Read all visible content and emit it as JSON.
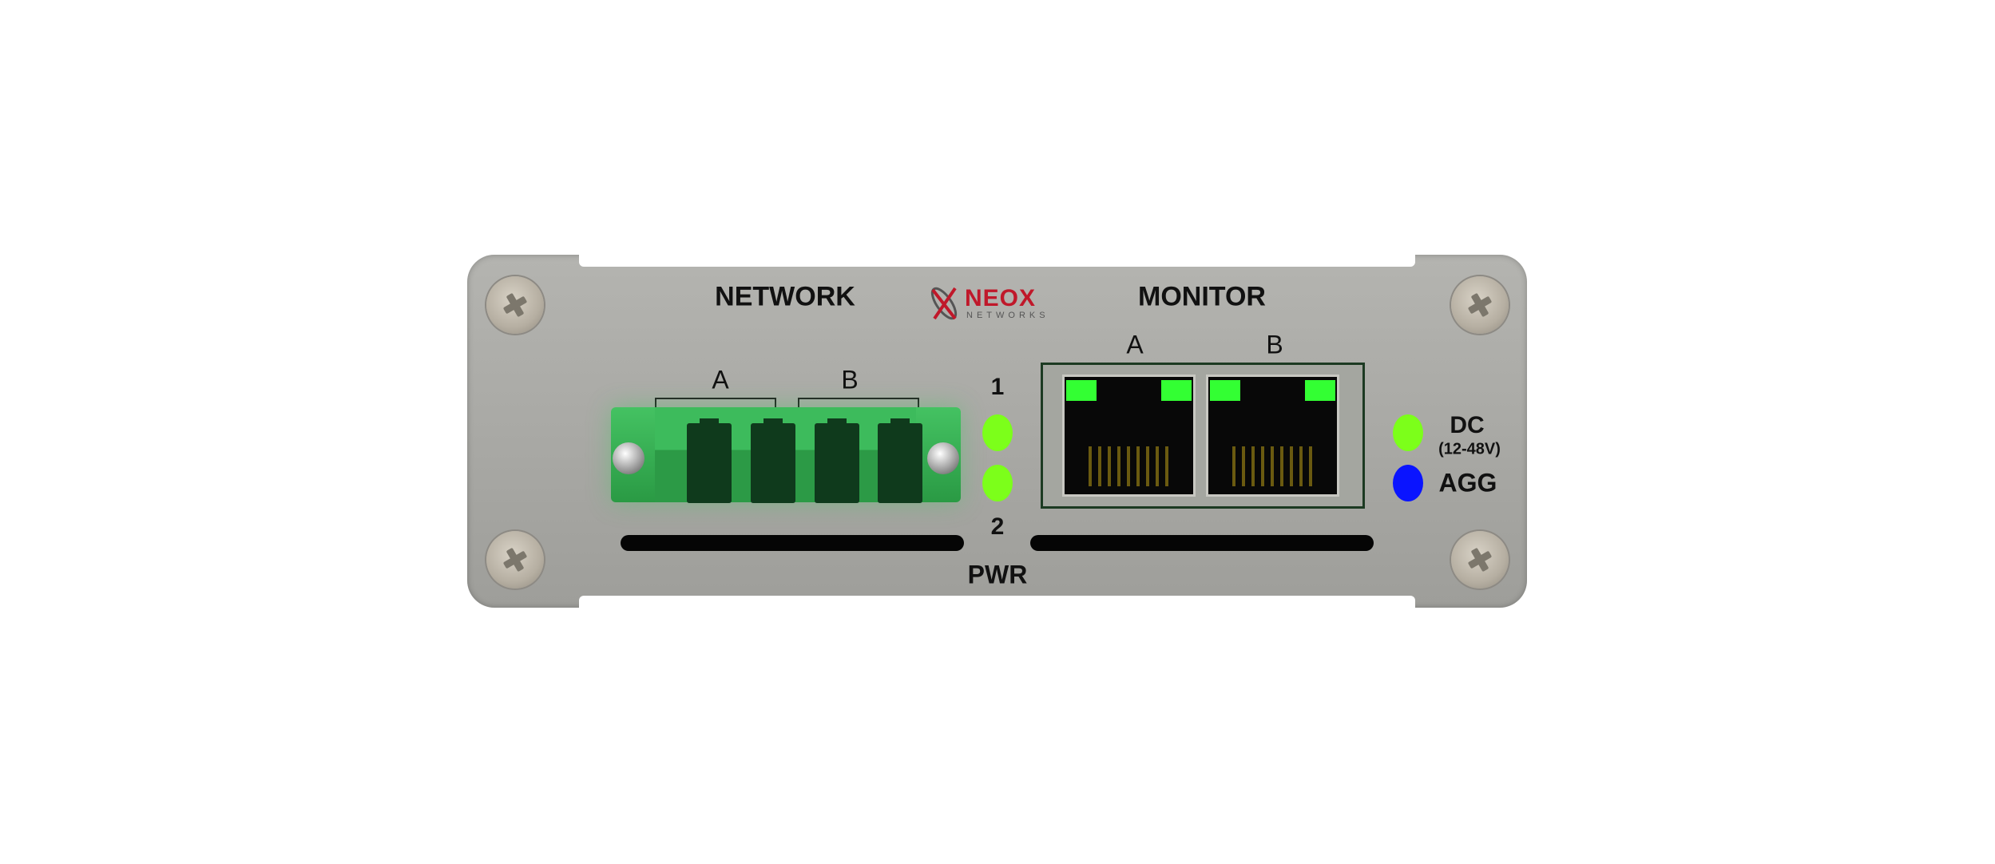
{
  "device": {
    "brand": {
      "name": "NEOX",
      "sub": "NETWORKS"
    },
    "network": {
      "title": "NETWORK",
      "port_a": "A",
      "port_b": "B"
    },
    "monitor": {
      "title": "MONITOR",
      "port_a": "A",
      "port_b": "B"
    },
    "power": {
      "label": "PWR",
      "led_1": "1",
      "led_2": "2"
    },
    "status": {
      "dc_label": "DC",
      "dc_range": "(12-48V)",
      "agg_label": "AGG"
    },
    "colors": {
      "led_green": "#7cff1a",
      "led_blue": "#0a14ff",
      "connector_green": "#2fa44a",
      "brand_red": "#c0182a"
    }
  }
}
